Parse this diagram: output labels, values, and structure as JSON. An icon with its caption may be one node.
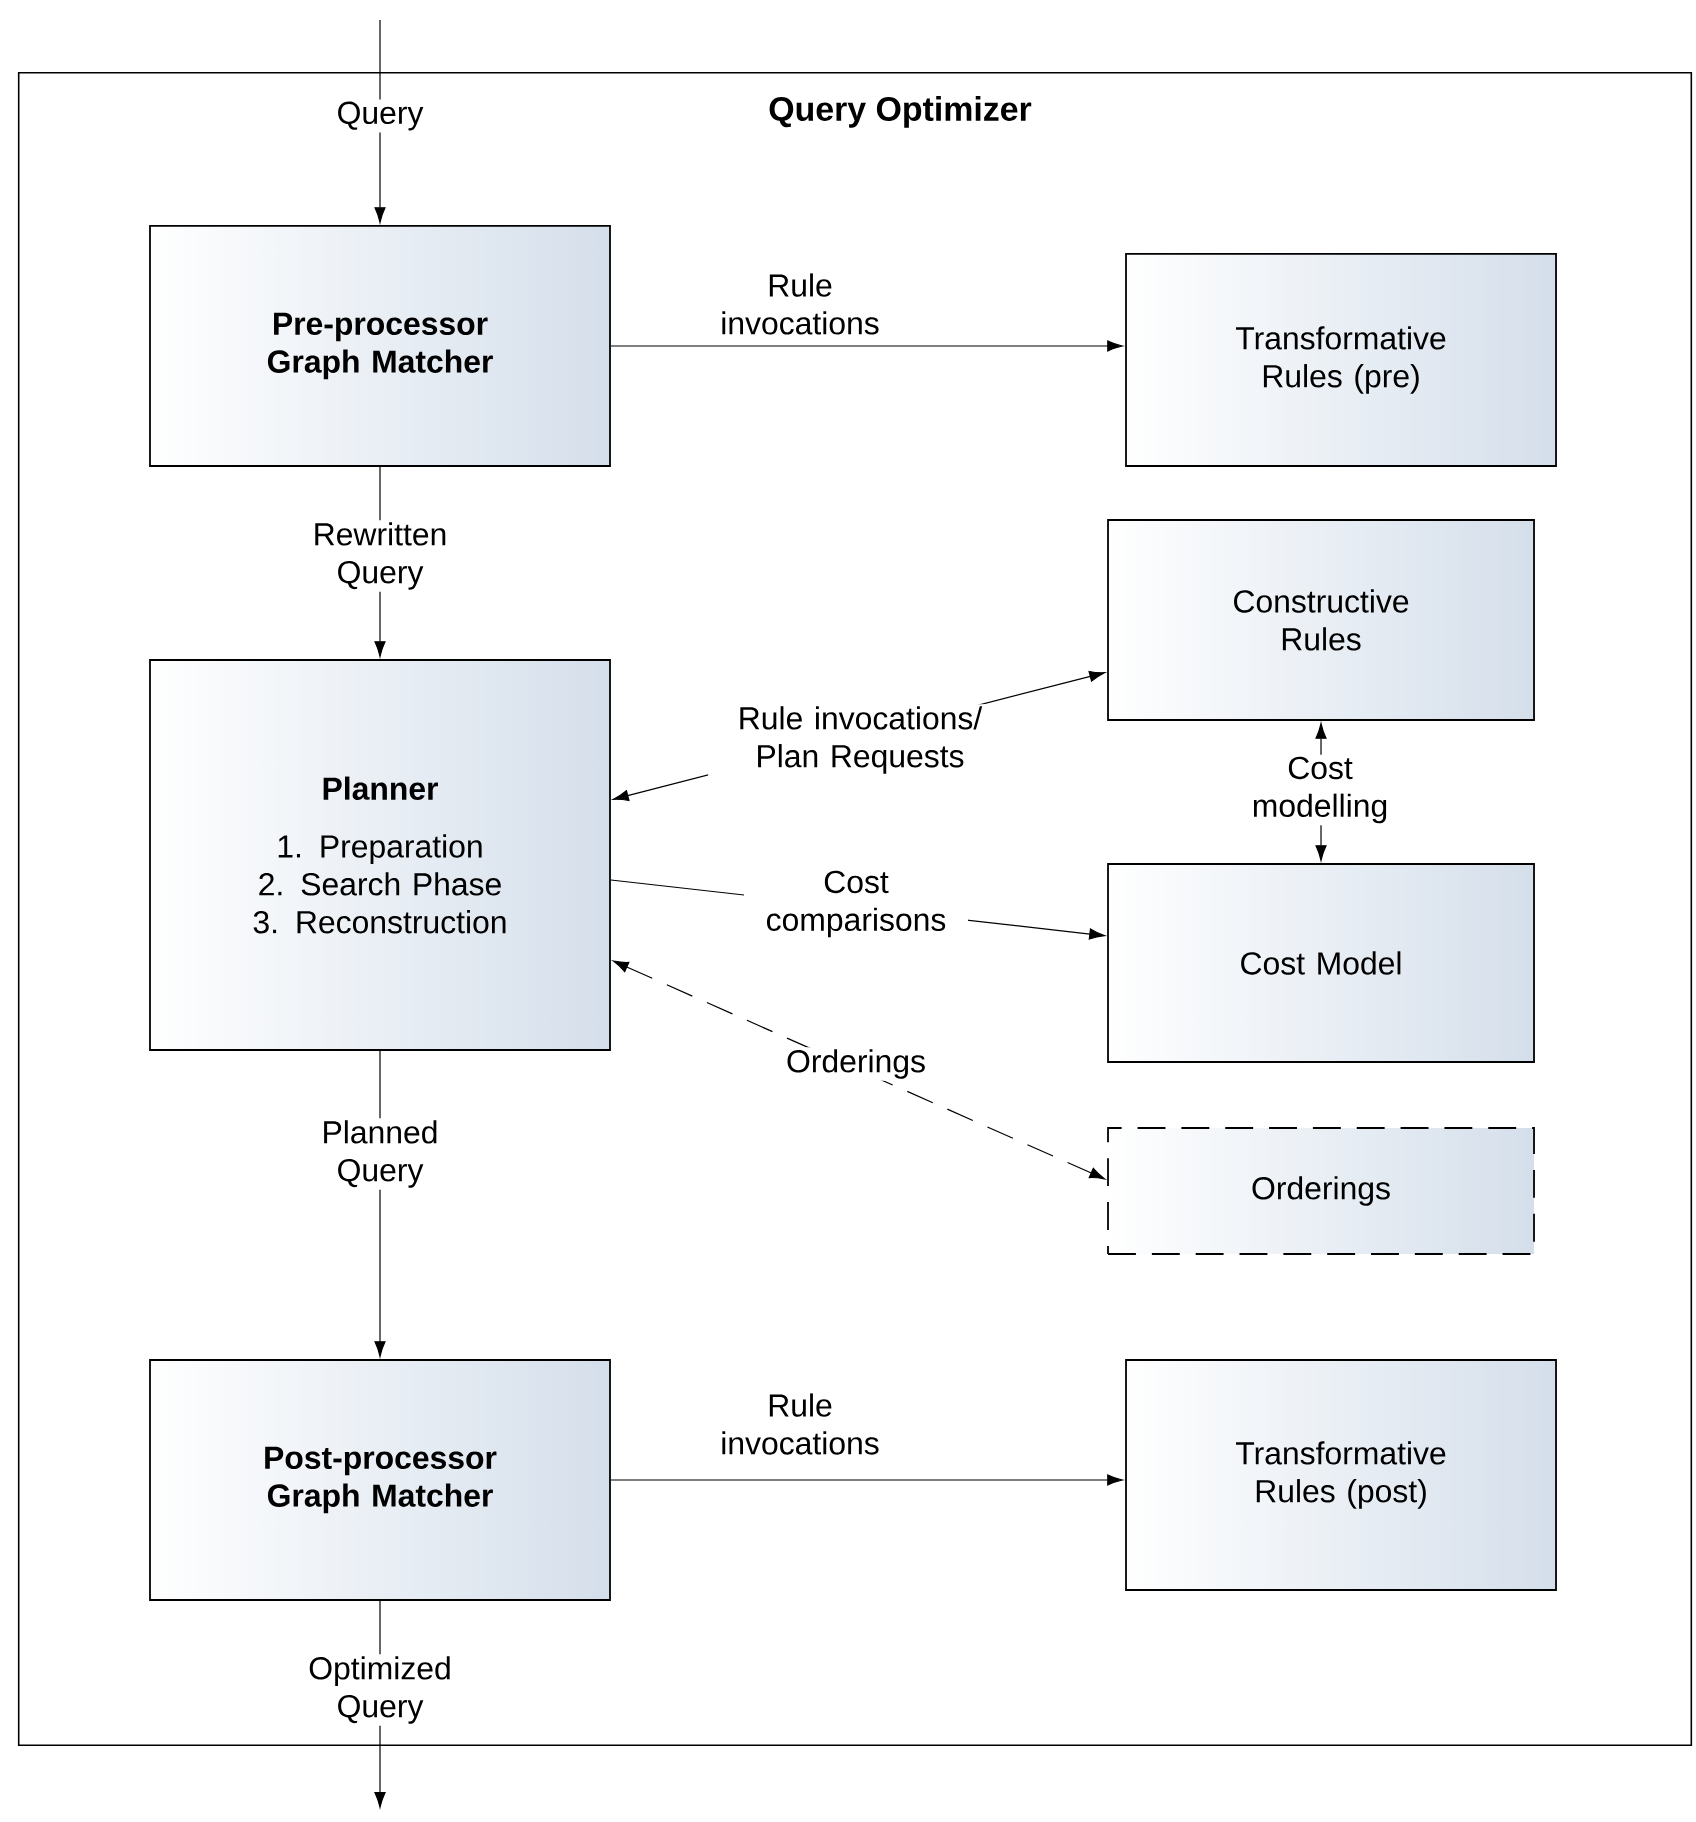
{
  "diagram": {
    "nodes": [
      {
        "text": [
          "Query Optimizer"
        ]
      },
      {
        "text": [
          "Pre-processor Graph Matcher"
        ],
        "in": 0
      },
      {
        "text": [
          "Transformative Rules (pre)"
        ],
        "in": 0
      },
      {
        "text": [
          "Planner",
          "1. Preparation",
          "2. Search Phase",
          "3. Reconstruction"
        ],
        "in": 0
      },
      {
        "text": [
          "Constructive Rules"
        ],
        "in": 0
      },
      {
        "text": [
          "Cost Model"
        ],
        "in": 0
      },
      {
        "text": [
          "Orderings"
        ],
        "in": 0
      },
      {
        "text": [
          "Post-processor Graph Matcher"
        ],
        "in": 0
      },
      {
        "text": [
          "Transformative Rules (post)"
        ],
        "in": 0
      }
    ],
    "edges": [
      {
        "from": null,
        "to": 1,
        "arrow": "to",
        "label": "Query"
      },
      {
        "from": 1,
        "to": 2,
        "arrow": "to",
        "label": "Rule invocations"
      },
      {
        "from": 1,
        "to": 3,
        "arrow": "to",
        "label": "Rewritten Query"
      },
      {
        "from": 3,
        "to": 4,
        "arrow": "both",
        "label": "Rule invocations/ Plan Requests"
      },
      {
        "from": 4,
        "to": 5,
        "arrow": "both",
        "label": "Cost modelling"
      },
      {
        "from": 3,
        "to": 5,
        "arrow": "to",
        "label": "Cost comparisons"
      },
      {
        "from": 3,
        "to": 6,
        "arrow": "both",
        "label": "Orderings",
        "style": "dashed"
      },
      {
        "from": 3,
        "to": 7,
        "arrow": "to",
        "label": "Planned Query"
      },
      {
        "from": 7,
        "to": 8,
        "arrow": "to",
        "label": "Rule invocations"
      },
      {
        "from": 7,
        "to": null,
        "arrow": "to",
        "label": "Optimized Query"
      }
    ]
  }
}
